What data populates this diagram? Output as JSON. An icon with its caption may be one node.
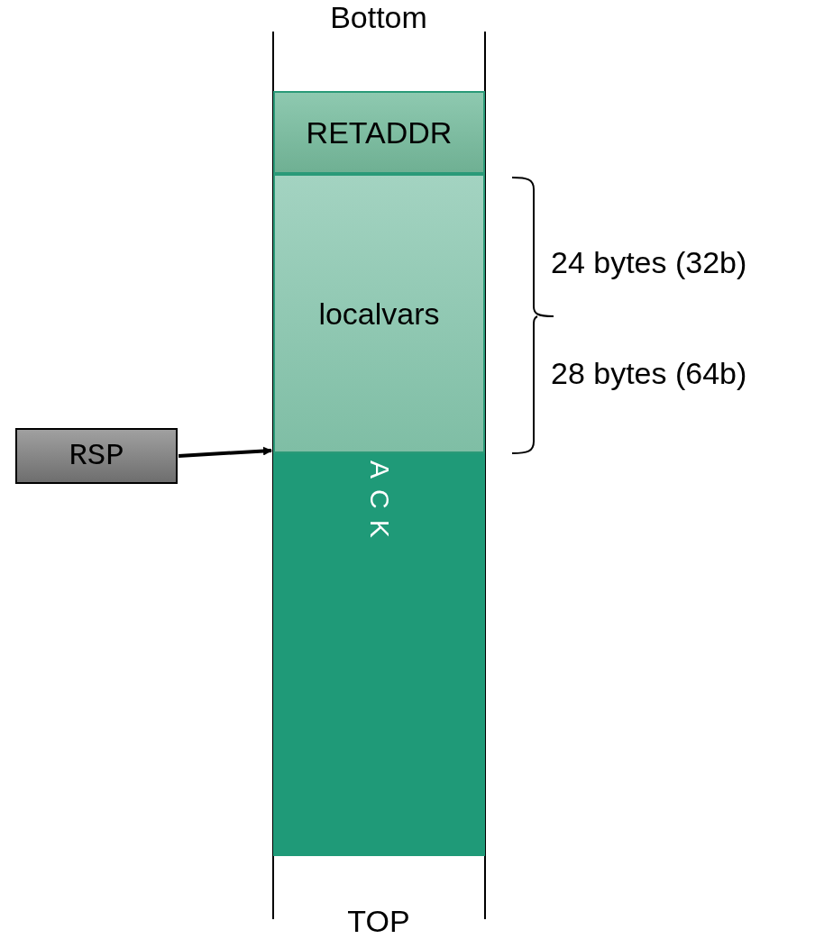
{
  "diagram": {
    "nodes": [
      {
        "text": [
          "RETADDR"
        ]
      },
      {
        "text": [
          "localvars"
        ]
      },
      {
        "text": [
          "ACK"
        ]
      },
      {
        "text": [
          "RSP"
        ]
      }
    ],
    "edges": [
      {
        "from": 3,
        "to": 1,
        "arrow": "to"
      }
    ],
    "labels": [
      "Bottom",
      "24 bytes (32b)",
      "28 bytes (64b)",
      "TOP"
    ]
  }
}
